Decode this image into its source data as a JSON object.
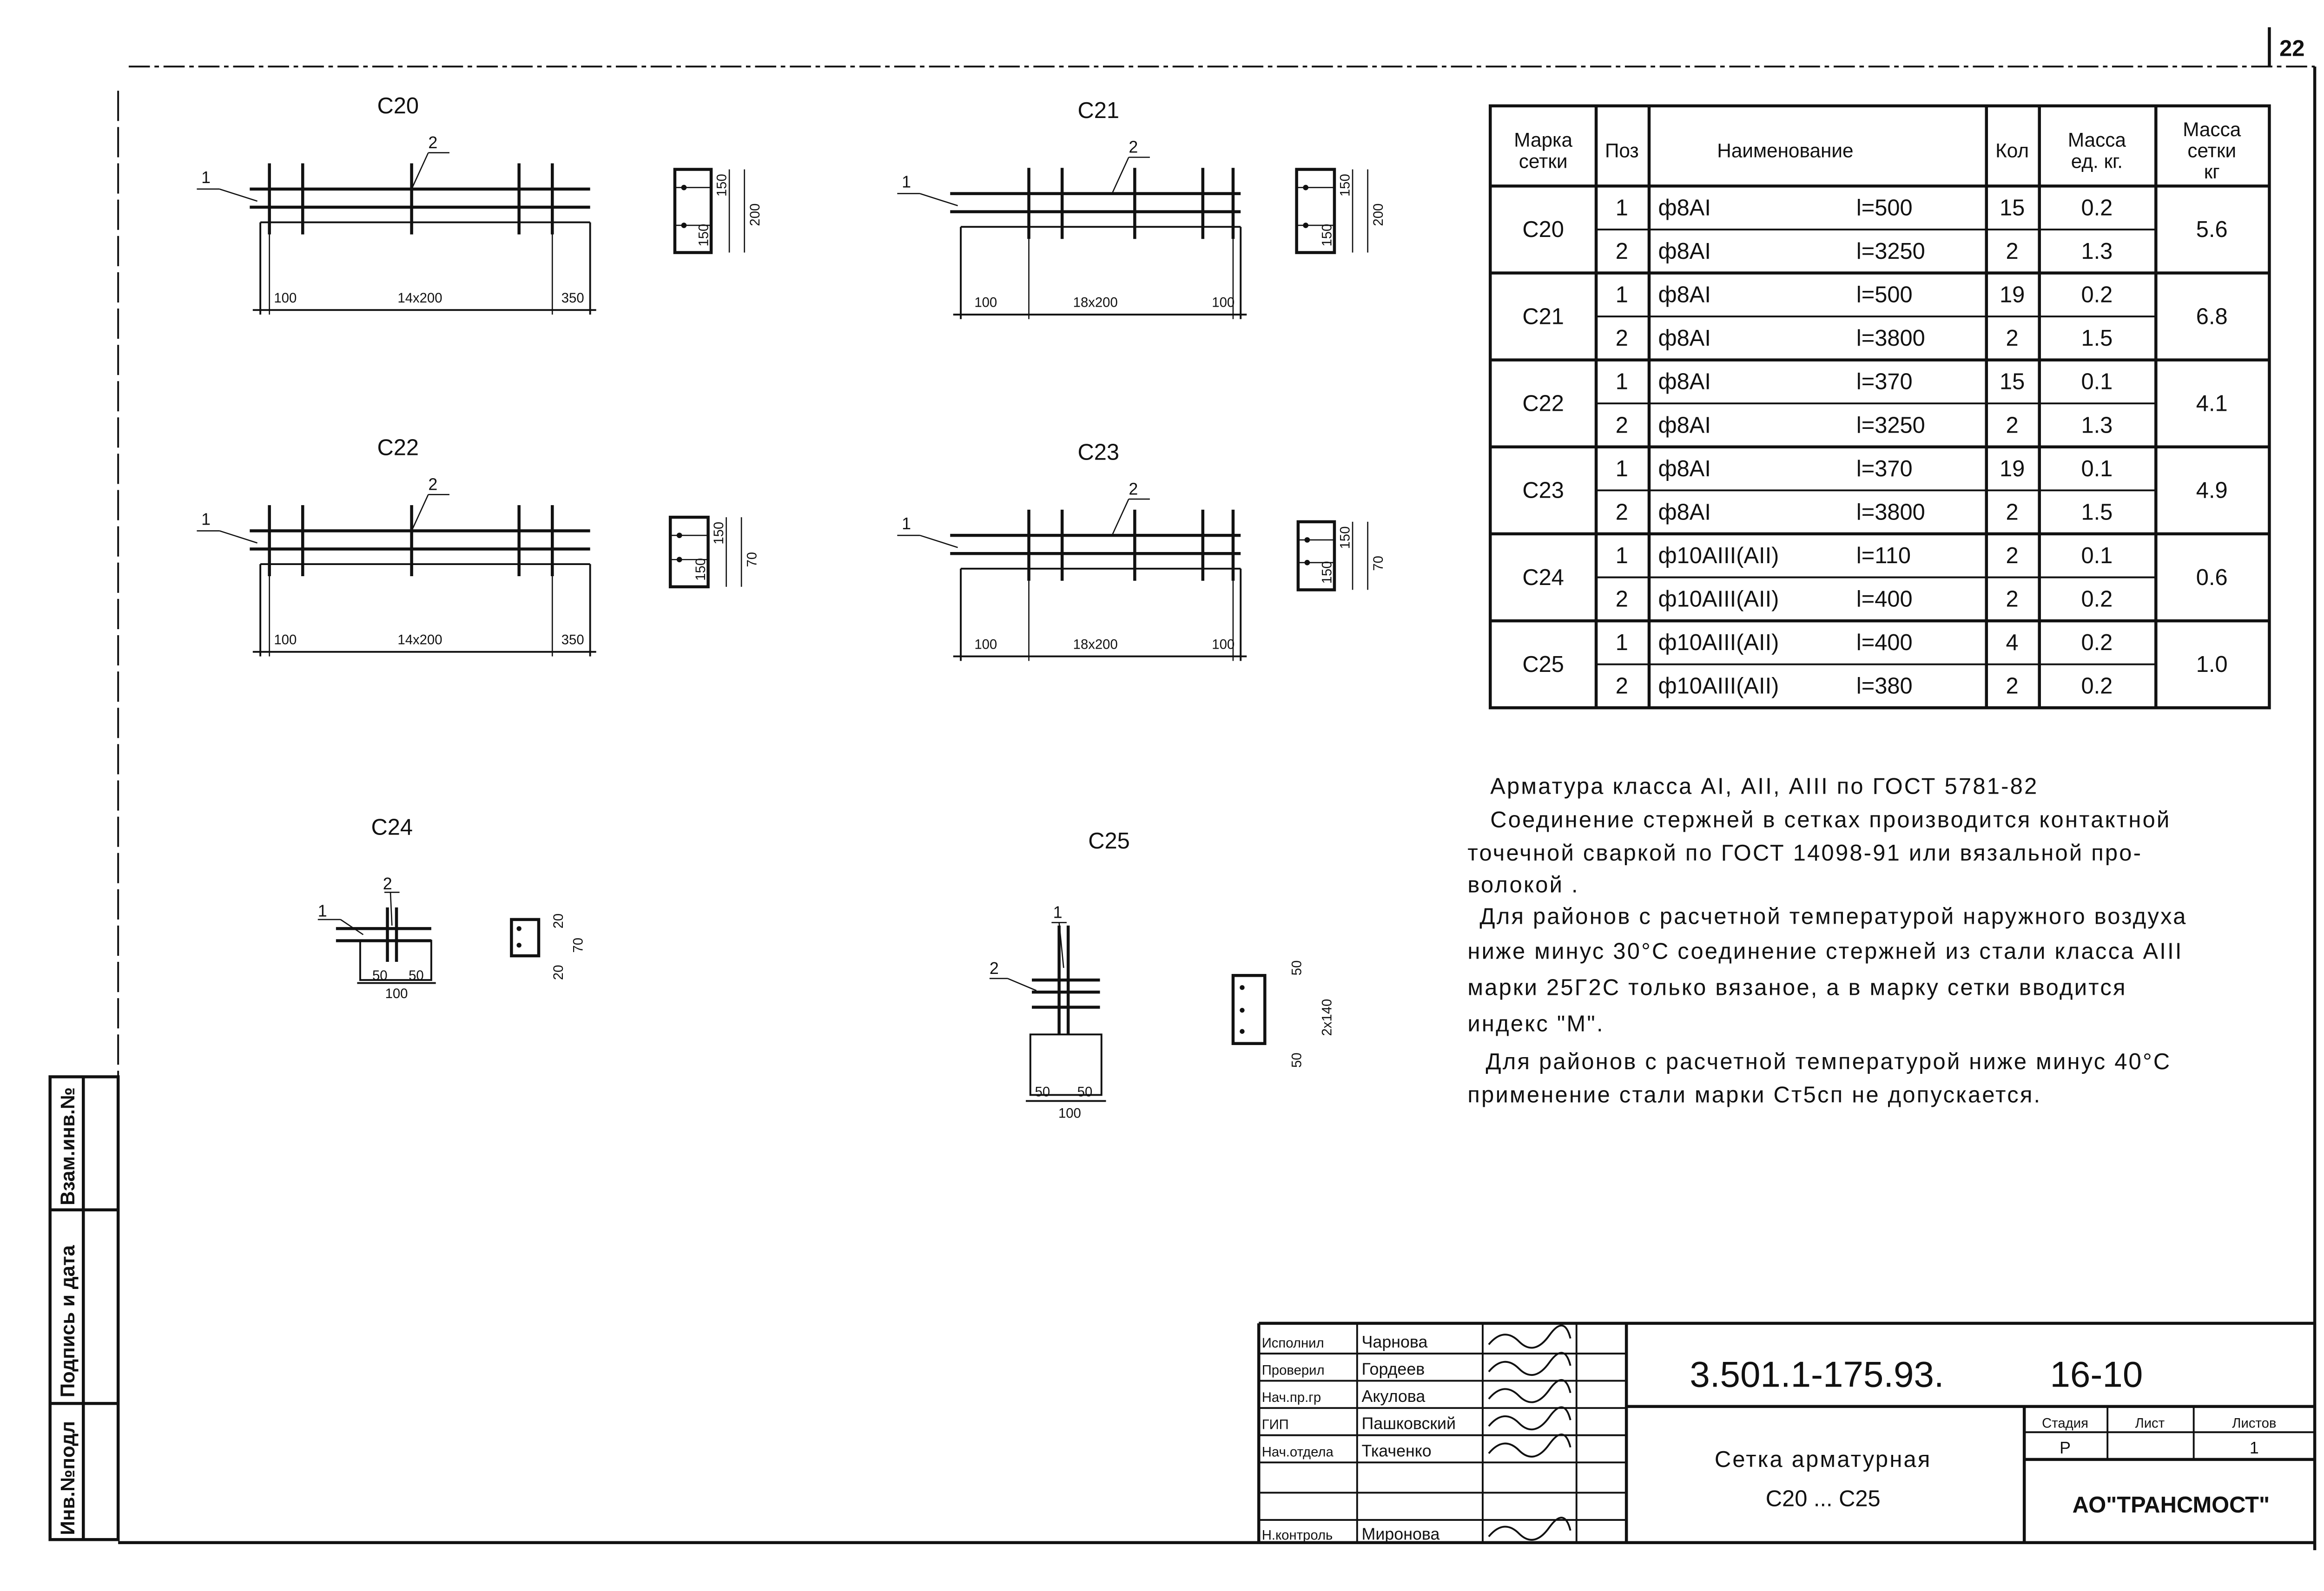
{
  "sheet_number": "22",
  "side_stamp": [
    "Взам.инв.№",
    "Подпись и дата",
    "Инв.№подл"
  ],
  "meshes": [
    {
      "mark": "С20",
      "pos1": "1",
      "pos2": "2",
      "dims": [
        "100",
        "14x200",
        "350"
      ],
      "section": [
        "150",
        "150",
        "200"
      ]
    },
    {
      "mark": "С21",
      "pos1": "1",
      "pos2": "2",
      "dims": [
        "100",
        "18x200",
        "100"
      ],
      "section": [
        "150",
        "150",
        "200"
      ]
    },
    {
      "mark": "С22",
      "pos1": "1",
      "pos2": "2",
      "dims": [
        "100",
        "14x200",
        "350"
      ],
      "section": [
        "150",
        "150",
        "70"
      ]
    },
    {
      "mark": "С23",
      "pos1": "1",
      "pos2": "2",
      "dims": [
        "100",
        "18x200",
        "100"
      ],
      "section": [
        "150",
        "150",
        "70"
      ]
    },
    {
      "mark": "С24",
      "pos1": "1",
      "pos2": "2",
      "dims": [
        "50",
        "50",
        "100"
      ],
      "section": [
        "20",
        "20",
        "70"
      ]
    },
    {
      "mark": "С25",
      "pos1": "1",
      "pos2": "2",
      "dims": [
        "50",
        "50",
        "100"
      ],
      "section": [
        "50",
        "50",
        "2x140"
      ]
    }
  ],
  "table": {
    "headers": [
      "Марка сетки",
      "Поз",
      "Наименование",
      "Кол",
      "Масса ед. кг.",
      "Масса сетки кг"
    ],
    "groups": [
      {
        "mark": "С20",
        "total": "5.6",
        "rows": [
          [
            "1",
            "ф8АI",
            "l=500",
            "15",
            "0.2"
          ],
          [
            "2",
            "ф8АI",
            "l=3250",
            "2",
            "1.3"
          ]
        ]
      },
      {
        "mark": "С21",
        "total": "6.8",
        "rows": [
          [
            "1",
            "ф8АI",
            "l=500",
            "19",
            "0.2"
          ],
          [
            "2",
            "ф8АI",
            "l=3800",
            "2",
            "1.5"
          ]
        ]
      },
      {
        "mark": "С22",
        "total": "4.1",
        "rows": [
          [
            "1",
            "ф8АI",
            "l=370",
            "15",
            "0.1"
          ],
          [
            "2",
            "ф8АI",
            "l=3250",
            "2",
            "1.3"
          ]
        ]
      },
      {
        "mark": "С23",
        "total": "4.9",
        "rows": [
          [
            "1",
            "ф8АI",
            "l=370",
            "19",
            "0.1"
          ],
          [
            "2",
            "ф8АI",
            "l=3800",
            "2",
            "1.5"
          ]
        ]
      },
      {
        "mark": "С24",
        "total": "0.6",
        "rows": [
          [
            "1",
            "ф10АIII(АII)",
            "l=110",
            "2",
            "0.1"
          ],
          [
            "2",
            "ф10АIII(АII)",
            "l=400",
            "2",
            "0.2"
          ]
        ]
      },
      {
        "mark": "С25",
        "total": "1.0",
        "rows": [
          [
            "1",
            "ф10АIII(АII)",
            "l=400",
            "4",
            "0.2"
          ],
          [
            "2",
            "ф10АIII(АII)",
            "l=380",
            "2",
            "0.2"
          ]
        ]
      }
    ]
  },
  "notes": [
    "Арматура класса АI, АII, АIII по ГОСТ 5781-82",
    "Соединение стержней в сетках производится контактной",
    "точечной сваркой по ГОСТ 14098-91 или вязальной про-",
    "волокой .",
    "Для районов с расчетной температурой наружного воздуха",
    "ниже минус 30°С соединение стержней из стали класса АIII",
    "марки 25Г2С только вязаное, а в марку сетки вводится",
    "индекс \"М\".",
    "Для районов с расчетной температурой ниже минус 40°С",
    "применение стали марки Ст5сп не допускается."
  ],
  "title_block": {
    "roles": [
      {
        "role": "Исполнил",
        "name": "Чарнова"
      },
      {
        "role": "Проверил",
        "name": "Гордеев"
      },
      {
        "role": "Нач.пр.гр",
        "name": "Акулова"
      },
      {
        "role": "ГИП",
        "name": "Пашковский"
      },
      {
        "role": "Нач.отдела",
        "name": "Ткаченко"
      },
      {
        "role": "",
        "name": ""
      },
      {
        "role": "",
        "name": ""
      },
      {
        "role": "Н.контроль",
        "name": "Миронова"
      }
    ],
    "doc_code": "3.501.1-175.93.",
    "sheet_code": "16-10",
    "title_line1": "Сетка арматурная",
    "title_line2": "С20 ... С25",
    "stage_header": "Стадия",
    "sheet_header": "Лист",
    "sheets_header": "Листов",
    "stage": "Р",
    "sheet": "",
    "sheets": "1",
    "organization": "АО\"ТРАНСМОСТ\""
  }
}
